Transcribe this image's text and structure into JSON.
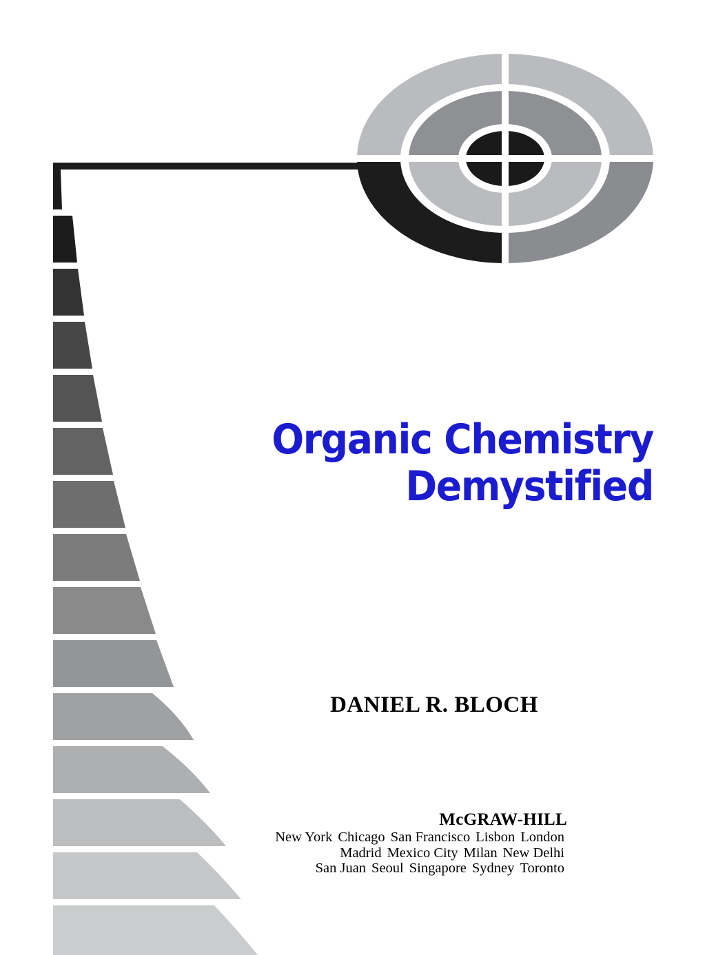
{
  "document": {
    "type": "book-cover",
    "background_color": "#ffffff"
  },
  "title": {
    "line1": "Organic Chemistry",
    "line2": "Demystified",
    "color": "#1b1bcf"
  },
  "author": {
    "name": "DANIEL R. BLOCH"
  },
  "publisher": {
    "name": "McGRAW-HILL",
    "city_lines": [
      [
        "New York",
        "Chicago",
        "San Francisco",
        "Lisbon",
        "London"
      ],
      [
        "Madrid",
        "Mexico City",
        "Milan",
        "New Delhi"
      ],
      [
        "San Juan",
        "Seoul",
        "Singapore",
        "Sydney",
        "Toronto"
      ]
    ]
  },
  "logo": {
    "name": "concentric-target-ellipse-logo",
    "outer_ring": {
      "top_left": "#b9bbbe",
      "top_right": "#b9bbbe",
      "bottom_left": "#1c1c1c",
      "bottom_right": "#8a8c90"
    },
    "middle_ring": {
      "top_left": "#8e9094",
      "top_right": "#8e9094",
      "bottom_left": "#b9bbbe",
      "bottom_right": "#b9bbbe"
    },
    "center": "#1a1a1a",
    "divider_color": "#ffffff"
  },
  "ladder": {
    "name": "demystified-staircase",
    "bar_color": "#1c1c1c",
    "steps": [
      {
        "color": "#1c1c1c"
      },
      {
        "color": "#333333"
      },
      {
        "color": "#474747"
      },
      {
        "color": "#545454"
      },
      {
        "color": "#636363"
      },
      {
        "color": "#6e6e6e"
      },
      {
        "color": "#7c7c7c"
      },
      {
        "color": "#8a8a8a"
      },
      {
        "color": "#949596"
      },
      {
        "color": "#a0a1a3"
      },
      {
        "color": "#aeafb1"
      },
      {
        "color": "#bcbdbf"
      },
      {
        "color": "#c6c7c9"
      },
      {
        "color": "#cbcccd"
      },
      {
        "color": "#cfd0d1"
      }
    ]
  }
}
